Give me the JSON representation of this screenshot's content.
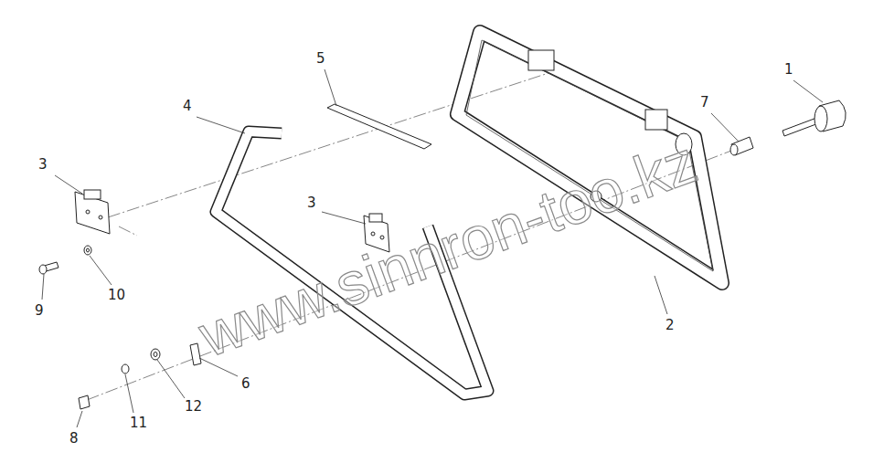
{
  "diagram": {
    "labels": [
      "1",
      "2",
      "3",
      "3",
      "4",
      "5",
      "6",
      "7",
      "8",
      "9",
      "10",
      "11",
      "12",
      "www.sinnron-too.kz"
    ]
  }
}
